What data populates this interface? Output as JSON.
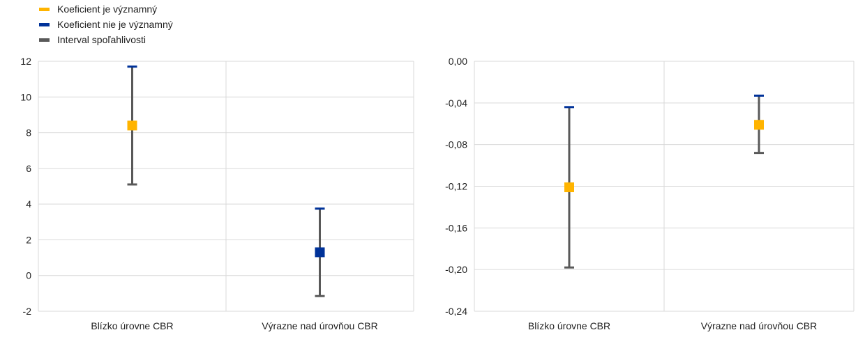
{
  "legend": {
    "items": [
      {
        "label": "Koeficient je významný",
        "color": "#FFB400"
      },
      {
        "label": "Koeficient nie je významný",
        "color": "#003299"
      },
      {
        "label": "Interval spoľahlivosti",
        "color": "#595959"
      }
    ]
  },
  "colors": {
    "significant": "#FFB400",
    "not_significant": "#003299",
    "interval": "#595959",
    "grid": "#D9D9D9"
  },
  "chart_data": [
    {
      "type": "scatter",
      "title": "",
      "categories": [
        "Blízko úrovne CBR",
        "Výrazne nad úrovňou CBR"
      ],
      "ylim": [
        -2,
        12
      ],
      "yticks": [
        -2,
        0,
        2,
        4,
        6,
        8,
        10,
        12
      ],
      "ytick_labels": [
        "-2",
        "0",
        "2",
        "4",
        "6",
        "8",
        "10",
        "12"
      ],
      "points": [
        {
          "value": 8.4,
          "lower": 5.1,
          "upper": 11.7,
          "significant": true,
          "upper_cap": "blue",
          "lower_cap": "grey"
        },
        {
          "value": 1.3,
          "lower": -1.15,
          "upper": 3.75,
          "significant": false,
          "upper_cap": "blue",
          "lower_cap": "grey"
        }
      ],
      "grid": true
    },
    {
      "type": "scatter",
      "title": "",
      "categories": [
        "Blízko úrovne CBR",
        "Výrazne nad úrovňou CBR"
      ],
      "ylim": [
        -0.24,
        0.0
      ],
      "yticks": [
        -0.24,
        -0.2,
        -0.16,
        -0.12,
        -0.08,
        -0.04,
        0.0
      ],
      "ytick_labels": [
        "-0,24",
        "-0,20",
        "-0,16",
        "-0,12",
        "-0,08",
        "-0,04",
        "0,00"
      ],
      "points": [
        {
          "value": -0.121,
          "lower": -0.198,
          "upper": -0.044,
          "significant": true,
          "upper_cap": "blue",
          "lower_cap": "grey"
        },
        {
          "value": -0.061,
          "lower": -0.088,
          "upper": -0.033,
          "significant": true,
          "upper_cap": "blue",
          "lower_cap": "grey"
        }
      ],
      "grid": true
    }
  ]
}
